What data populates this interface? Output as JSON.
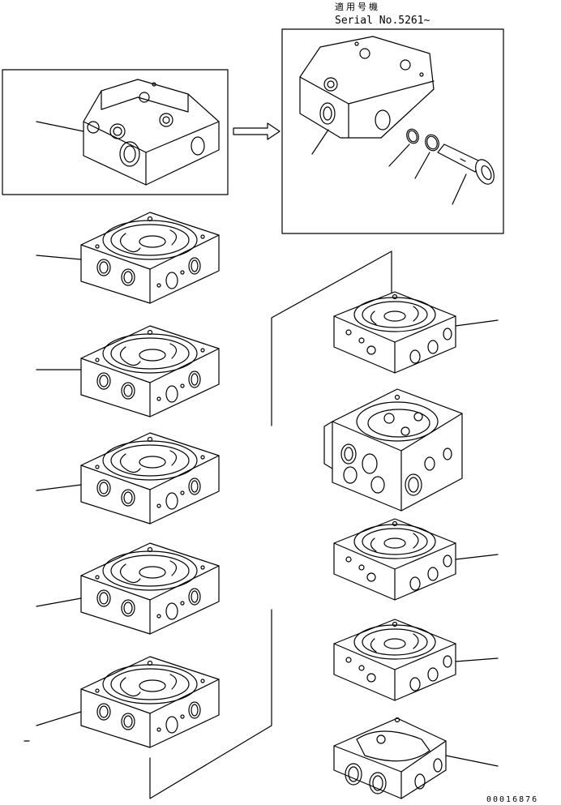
{
  "header": {
    "applicable_models": "適用号機",
    "serial": "Serial No.5261~"
  },
  "footer": {
    "drawing_code": "00016876"
  }
}
